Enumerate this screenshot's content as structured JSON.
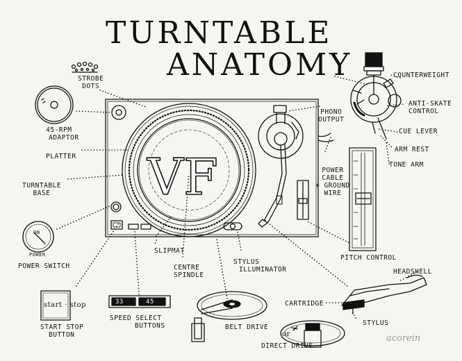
{
  "title": {
    "line1": "TURNTABLE",
    "line2": "ANATOMY"
  },
  "logo_text": "VF",
  "labels": {
    "strobe_dots": [
      "STROBE",
      "DOTS"
    ],
    "adaptor": [
      "45-RPM",
      "ADAPTOR"
    ],
    "platter": "PLATTER",
    "base": [
      "TURNTABLE",
      "BASE"
    ],
    "power_switch": "POWER SWITCH",
    "power_on": "ON",
    "power_word": "POWER",
    "phono_output": [
      "PHONO",
      "OUTPUT"
    ],
    "power_cable": [
      "POWER",
      "CABLE",
      "+ GROUND",
      "WIRE"
    ],
    "counterweight": "COUNTERWEIGHT",
    "anti_skate": [
      "ANTI-SKATE",
      "CONTROL"
    ],
    "cue_lever": "CUE LEVER",
    "arm_rest": "ARM REST",
    "tone_arm": "TONE ARM",
    "pitch_control": "PITCH CONTROL",
    "slipmat": "SLIPMAT",
    "centre_spindle": [
      "CENTRE",
      "SPINDLE"
    ],
    "stylus_illuminator": [
      "STYLUS",
      "ILLUMINATOR"
    ],
    "start_stop_button": [
      "START STOP",
      "BUTTON"
    ],
    "start_stop_face": "start · stop",
    "speed_select": [
      "SPEED SELECT",
      "BUTTONS"
    ],
    "speed_33": "33",
    "speed_45": "45",
    "belt_drive": "BELT DRIVE",
    "or": "or",
    "direct_drive": "DIRECT DRIVE",
    "headshell": "HEADSHELL",
    "cartridge": "CARTRIDGE",
    "stylus": "STYLUS"
  },
  "signature": "acorein"
}
